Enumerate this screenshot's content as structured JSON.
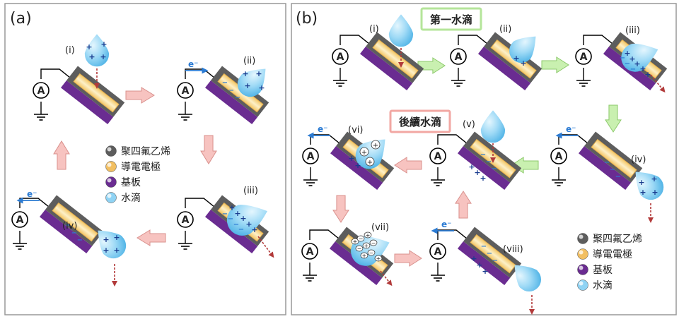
{
  "colors": {
    "teflon": "#5d5d5d",
    "electrode_outer": "#f2bf62",
    "electrode_inner": "#fbe7b0",
    "substrate": "#6a2c91",
    "droplet": "#8fd3f4",
    "wire": "#000000",
    "flow_red": "#b23a3a",
    "electron": "#2b7bd3",
    "arrow_pink_fill": "#f7c3c0",
    "arrow_pink_stroke": "#d9908c",
    "arrow_green_fill": "#c9f0b0",
    "arrow_green_stroke": "#8cc96b",
    "panel_border": "#999999"
  },
  "panel_a": {
    "label": "(a)",
    "steps": [
      "(i)",
      "(ii)",
      "(iii)",
      "(iv)"
    ],
    "electron": "e⁻",
    "legend": [
      "聚四氟乙烯",
      "導電電極",
      "基板",
      "水滴"
    ]
  },
  "panel_b": {
    "label": "(b)",
    "first_drop_label": "第一水滴",
    "next_drop_label": "後續水滴",
    "steps": [
      "(i)",
      "(ii)",
      "(iii)",
      "(iv)",
      "(v)",
      "(vi)",
      "(vii)",
      "(viii)"
    ],
    "electron": "e⁻",
    "legend": [
      "聚四氟乙烯",
      "導電電極",
      "基板",
      "水滴"
    ]
  },
  "ammeter_symbol": "A"
}
